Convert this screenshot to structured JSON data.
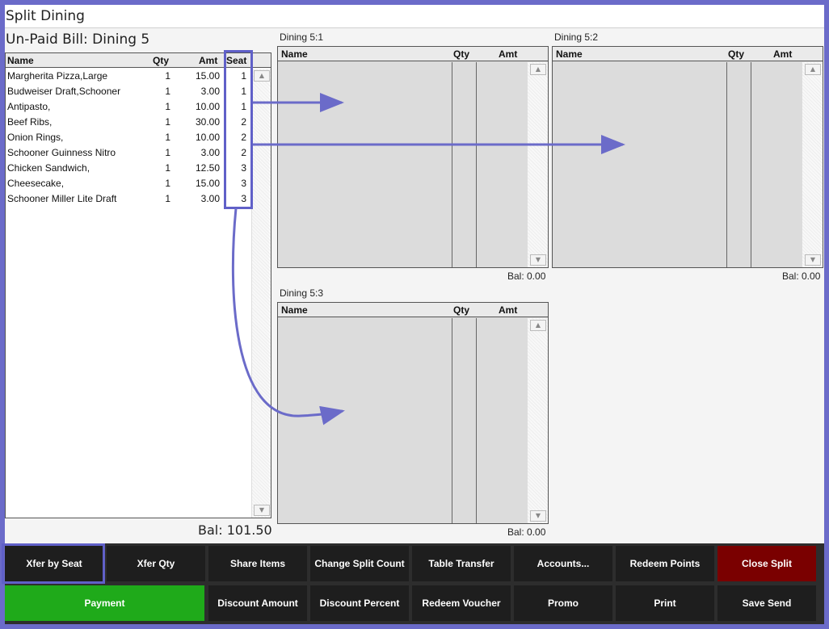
{
  "window": {
    "title": "Split Dining"
  },
  "unpaid": {
    "title": "Un-Paid Bill: Dining 5",
    "columns": {
      "name": "Name",
      "qty": "Qty",
      "amt": "Amt",
      "seat": "Seat"
    },
    "items": [
      {
        "name": "Margherita Pizza,Large",
        "qty": "1",
        "amt": "15.00",
        "seat": "1"
      },
      {
        "name": "Budweiser Draft,Schooner",
        "qty": "1",
        "amt": "3.00",
        "seat": "1"
      },
      {
        "name": "Antipasto,",
        "qty": "1",
        "amt": "10.00",
        "seat": "1"
      },
      {
        "name": "Beef Ribs,",
        "qty": "1",
        "amt": "30.00",
        "seat": "2"
      },
      {
        "name": "Onion Rings,",
        "qty": "1",
        "amt": "10.00",
        "seat": "2"
      },
      {
        "name": "Schooner Guinness Nitro",
        "qty": "1",
        "amt": "3.00",
        "seat": "2"
      },
      {
        "name": "Chicken Sandwich,",
        "qty": "1",
        "amt": "12.50",
        "seat": "3"
      },
      {
        "name": "Cheesecake,",
        "qty": "1",
        "amt": "15.00",
        "seat": "3"
      },
      {
        "name": "Schooner Miller Lite Draft",
        "qty": "1",
        "amt": "3.00",
        "seat": "3"
      }
    ],
    "balance": "Bal: 101.50"
  },
  "splits": [
    {
      "label": "Dining 5:1",
      "columns": {
        "name": "Name",
        "qty": "Qty",
        "amt": "Amt"
      },
      "balance": "Bal: 0.00"
    },
    {
      "label": "Dining 5:2",
      "columns": {
        "name": "Name",
        "qty": "Qty",
        "amt": "Amt"
      },
      "balance": "Bal: 0.00"
    },
    {
      "label": "Dining 5:3",
      "columns": {
        "name": "Name",
        "qty": "Qty",
        "amt": "Amt"
      },
      "balance": "Bal: 0.00"
    }
  ],
  "buttons": {
    "xfer_by_seat": "Xfer by Seat",
    "xfer_qty": "Xfer Qty",
    "share_items": "Share Items",
    "change_split_count": "Change Split Count",
    "table_transfer": "Table Transfer",
    "accounts": "Accounts...",
    "redeem_points": "Redeem Points",
    "close_split": "Close Split",
    "payment": "Payment",
    "discount_amount": "Discount Amount",
    "discount_percent": "Discount Percent",
    "redeem_voucher": "Redeem Voucher",
    "promo": "Promo",
    "print": "Print",
    "save_send": "Save Send"
  },
  "colors": {
    "accent": "#6b6bc9",
    "payment": "#1faa1a",
    "close_split": "#7a0000",
    "button_bg": "#1e1e1e"
  }
}
